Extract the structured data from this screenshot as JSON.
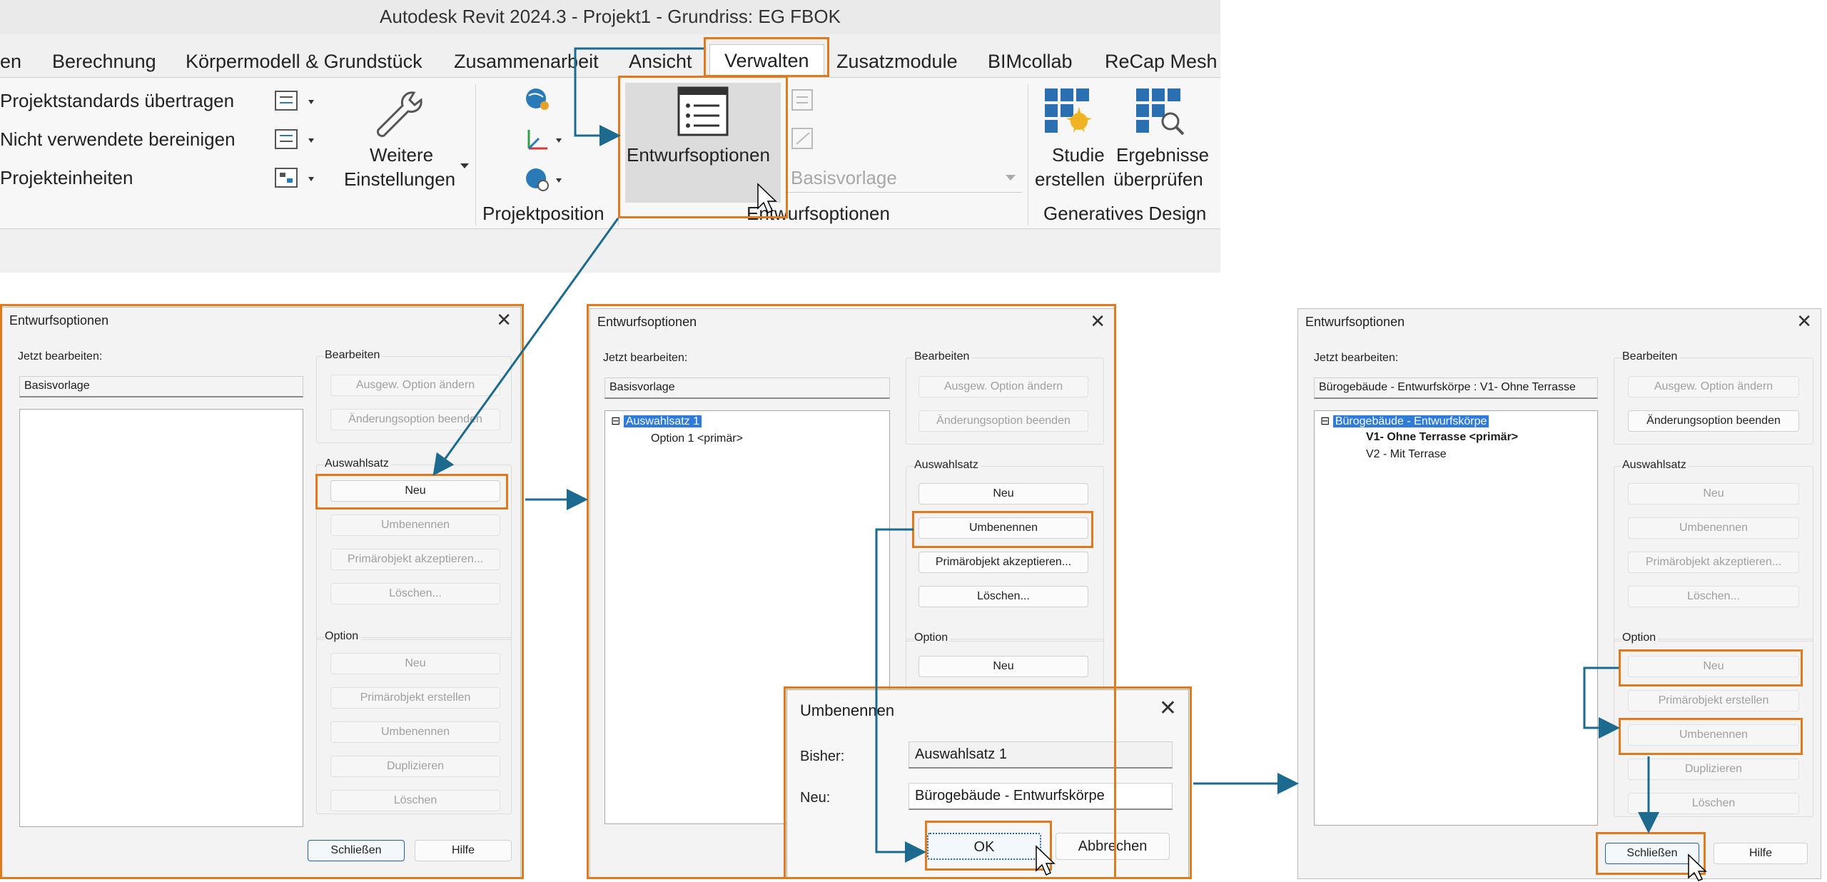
{
  "ribbon": {
    "window_title": "Autodesk Revit 2024.3 - Projekt1 - Grundriss: EG FBOK",
    "tabs": [
      "en",
      "Berechnung",
      "Körpermodell & Grundstück",
      "Zusammenarbeit",
      "Ansicht",
      "Verwalten",
      "Zusatzmodule",
      "BIMcollab",
      "ReCap Mesh"
    ],
    "active_tab": "Verwalten",
    "settings_items": [
      "Projektstandards übertragen",
      "Nicht verwendete bereinigen",
      "Projekteinheiten"
    ],
    "weitere_line1": "Weitere",
    "weitere_line2": "Einstellungen",
    "projektposition_label": "Projektposition",
    "entwurfsoptionen_button": "Entwurfsoptionen",
    "entwurfsoptionen_panel": "Entwurfsoptionen",
    "basisvorlage_combo": "Basisvorlage",
    "studie_line1": "Studie",
    "studie_line2": "erstellen",
    "ergebnisse_line1": "Ergebnisse",
    "ergebnisse_line2": "überprüfen",
    "generatives_design_label": "Generatives Design"
  },
  "dialog1": {
    "title": "Entwurfsoptionen",
    "edit_label": "Jetzt bearbeiten:",
    "edit_value": "Basisvorlage",
    "bearbeiten_group": "Bearbeiten",
    "btn_aendern": "Ausgew. Option ändern",
    "btn_beenden": "Änderungsoption beenden",
    "auswahlsatz_group": "Auswahlsatz",
    "as_neu": "Neu",
    "as_umbenennen": "Umbenennen",
    "as_primaer": "Primärobjekt akzeptieren...",
    "as_loeschen": "Löschen...",
    "option_group": "Option",
    "op_neu": "Neu",
    "op_primaer": "Primärobjekt erstellen",
    "op_umbenennen": "Umbenennen",
    "op_duplizieren": "Duplizieren",
    "op_loeschen": "Löschen",
    "schliessen": "Schließen",
    "hilfe": "Hilfe"
  },
  "dialog2": {
    "title": "Entwurfsoptionen",
    "edit_label": "Jetzt bearbeiten:",
    "edit_value": "Basisvorlage",
    "tree_set": "Auswahlsatz 1",
    "tree_option": "Option 1  <primär>",
    "bearbeiten_group": "Bearbeiten",
    "btn_aendern": "Ausgew. Option ändern",
    "btn_beenden": "Änderungsoption beenden",
    "auswahlsatz_group": "Auswahlsatz",
    "as_neu": "Neu",
    "as_umbenennen": "Umbenennen",
    "as_primaer": "Primärobjekt akzeptieren...",
    "as_loeschen": "Löschen...",
    "option_group": "Option",
    "op_neu": "Neu"
  },
  "rename_dialog": {
    "title": "Umbenennen",
    "old_label": "Bisher:",
    "old_value": "Auswahlsatz 1",
    "new_label": "Neu:",
    "new_value": "Bürogebäude - Entwurfskörpe",
    "ok": "OK",
    "cancel": "Abbrechen"
  },
  "dialog3": {
    "title": "Entwurfsoptionen",
    "edit_label": "Jetzt bearbeiten:",
    "edit_value": "Bürogebäude - Entwurfskörpe : V1- Ohne Terrasse",
    "tree_set": "Bürogebäude - Entwurfskörpe",
    "tree_opt1": "V1- Ohne Terrasse  <primär>",
    "tree_opt2": "V2 - Mit Terrase",
    "bearbeiten_group": "Bearbeiten",
    "btn_aendern": "Ausgew. Option ändern",
    "btn_beenden": "Änderungsoption beenden",
    "auswahlsatz_group": "Auswahlsatz",
    "as_neu": "Neu",
    "as_umbenennen": "Umbenennen",
    "as_primaer": "Primärobjekt akzeptieren...",
    "as_loeschen": "Löschen...",
    "option_group": "Option",
    "op_neu": "Neu",
    "op_primaer": "Primärobjekt erstellen",
    "op_umbenennen": "Umbenennen",
    "op_duplizieren": "Duplizieren",
    "op_loeschen": "Löschen",
    "schliessen": "Schließen",
    "hilfe": "Hilfe"
  },
  "colors": {
    "highlight": "#e07a1f",
    "arrow": "#1d6a8f",
    "selection": "#2f7bd9"
  }
}
